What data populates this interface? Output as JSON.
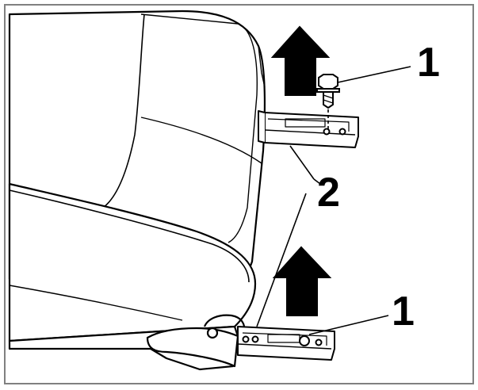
{
  "callouts": {
    "bolt_top": "1",
    "rails": "2",
    "bolt_bottom": "1"
  },
  "colors": {
    "stroke": "#000000",
    "fill": "#ffffff",
    "frame": "#808080"
  },
  "icons": {
    "arrow_top": "arrow-up-icon",
    "arrow_bottom": "arrow-up-icon"
  }
}
